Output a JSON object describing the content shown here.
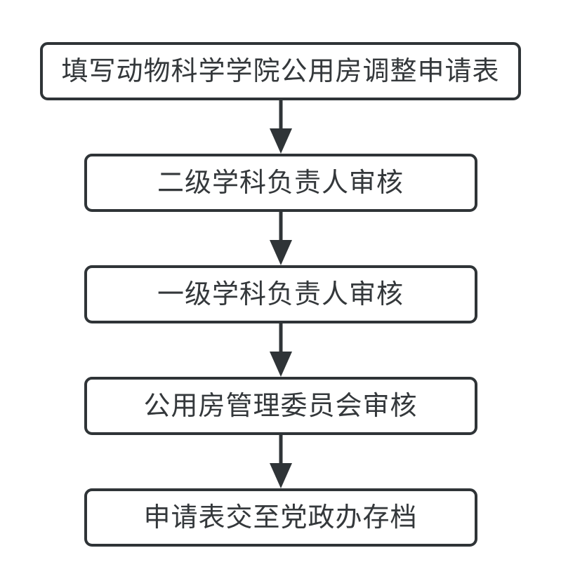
{
  "flowchart": {
    "title": "",
    "direction": "top-down",
    "steps": [
      {
        "label": "填写动物科学学院公用房调整申请表"
      },
      {
        "label": "二级学科负责人审核"
      },
      {
        "label": "一级学科负责人审核"
      },
      {
        "label": "公用房管理委员会审核"
      },
      {
        "label": "申请表交至党政办存档"
      }
    ],
    "connectors": [
      {
        "from": 0,
        "to": 1,
        "type": "arrow-down"
      },
      {
        "from": 1,
        "to": 2,
        "type": "arrow-down"
      },
      {
        "from": 2,
        "to": 3,
        "type": "arrow-down"
      },
      {
        "from": 3,
        "to": 4,
        "type": "arrow-down"
      }
    ],
    "colors": {
      "ink": "#2f3437",
      "text": "#34383b",
      "box_bg": "#ffffff",
      "page_bg": "#ffffff"
    }
  }
}
